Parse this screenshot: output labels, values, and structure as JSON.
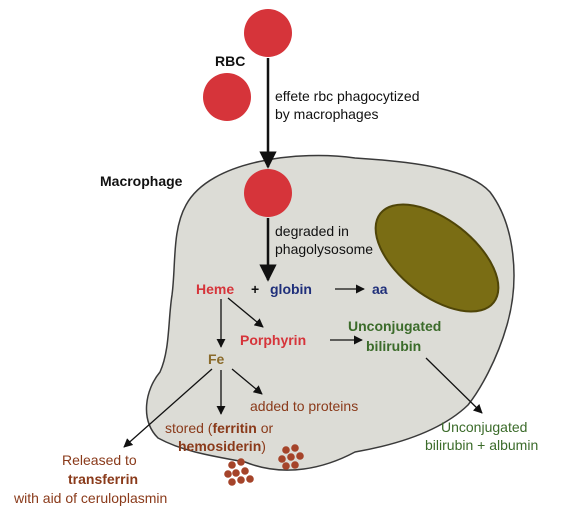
{
  "labels": {
    "rbc": "RBC",
    "step1_line1": "effete rbc phagocytized",
    "step1_line2": "by macrophages",
    "macrophage": "Macrophage",
    "step2_line1": "degraded in",
    "step2_line2": "phagolysosome",
    "heme": "Heme",
    "plus": "+",
    "globin": "globin",
    "aa": "aa",
    "porphyrin": "Porphyrin",
    "unconj_line1": "Unconjugated",
    "unconj_line2": "bilirubin",
    "fe": "Fe",
    "added_to_proteins": "added to proteins",
    "stored_prefix": "stored (",
    "ferritin": "ferritin",
    "stored_or": " or",
    "hemosiderin": "hemosiderin",
    "stored_suffix": ")",
    "released_line1": "Released to",
    "released_line2": "transferrin",
    "released_line3": "with aid of ceruloplasmin",
    "out_line1": "Unconjugated",
    "out_line2": "bilirubin + albumin"
  },
  "colors": {
    "rbc": "#d6343a",
    "cell_fill": "#dcdcd6",
    "cell_stroke": "#3a3a3a",
    "organelle": "#7a6d14",
    "heme": "#d6343a",
    "globin": "#1f2f7a",
    "fe": "#8a6a2a",
    "bilirubin": "#3b6b2a",
    "brown_text": "#8a3a1a",
    "granule": "#a5442a"
  }
}
